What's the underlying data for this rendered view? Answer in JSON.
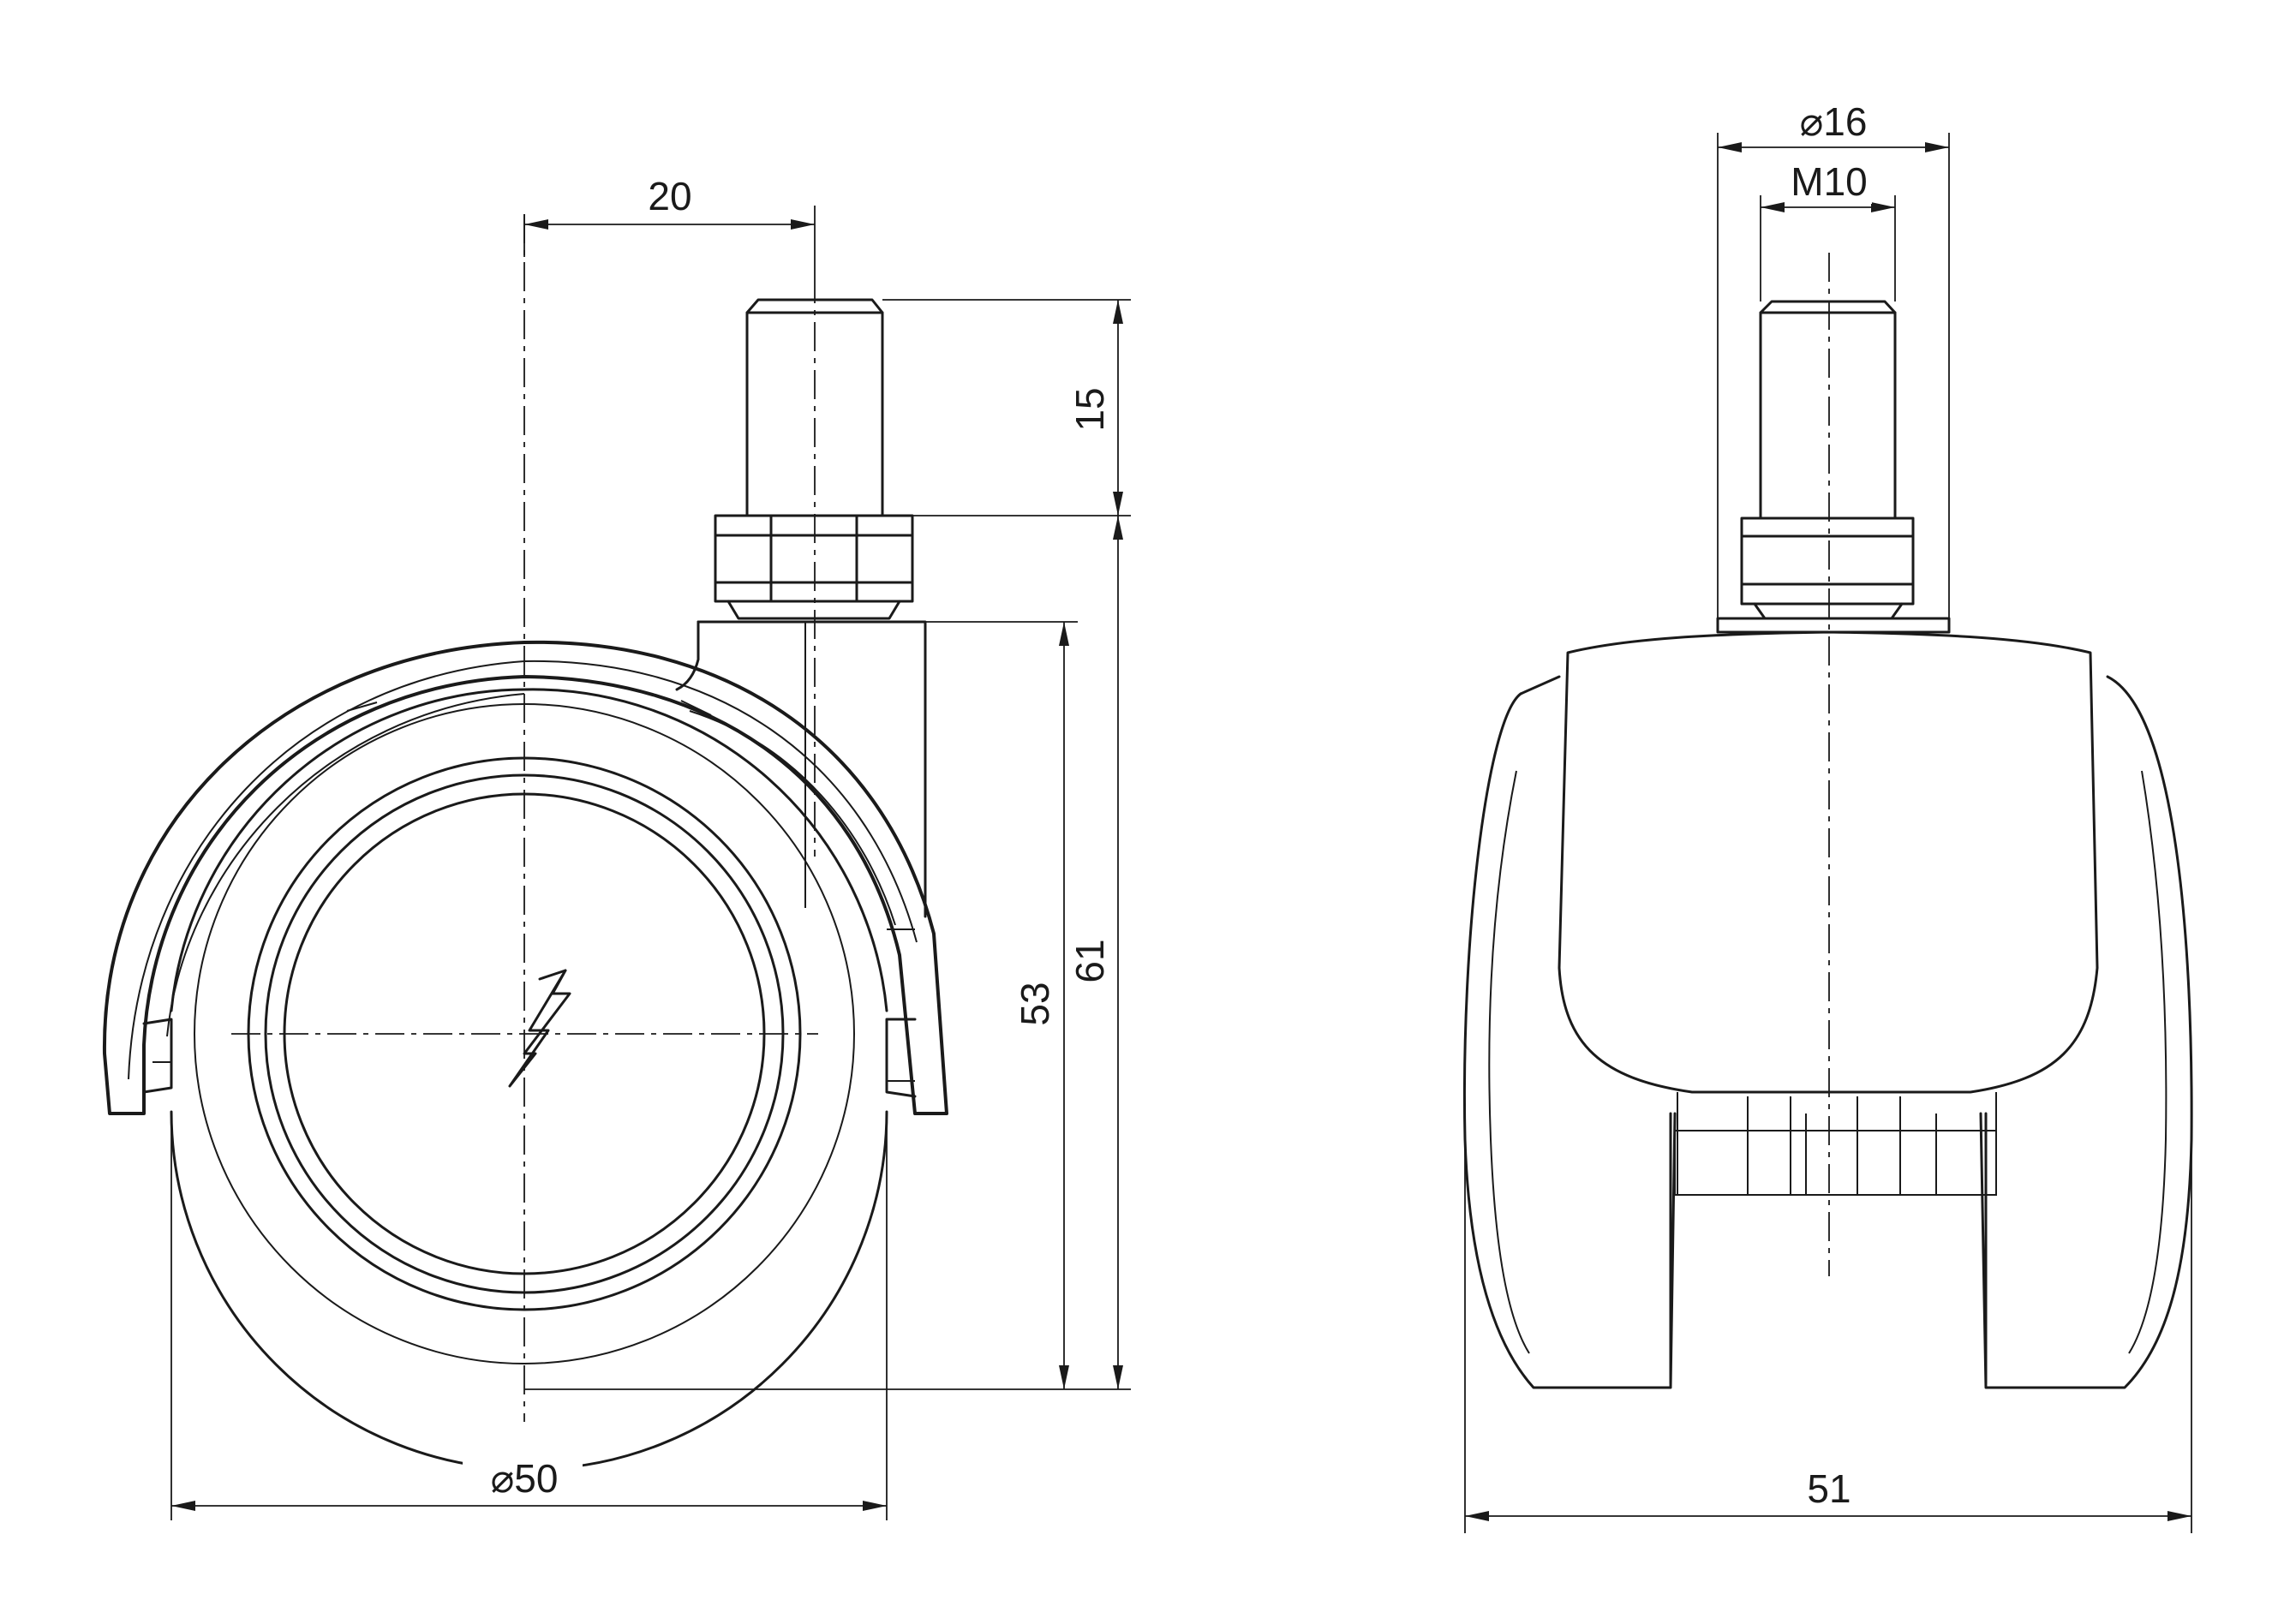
{
  "side_view": {
    "dimensions": {
      "offset": "20",
      "stem_height": "15",
      "overall_height": "61",
      "housing_height": "53",
      "wheel_diameter": "⌀50"
    },
    "icons": [
      "lightning-bolt-icon"
    ]
  },
  "front_view": {
    "dimensions": {
      "collar_diameter": "⌀16",
      "thread": "M10",
      "overall_width": "51"
    }
  }
}
